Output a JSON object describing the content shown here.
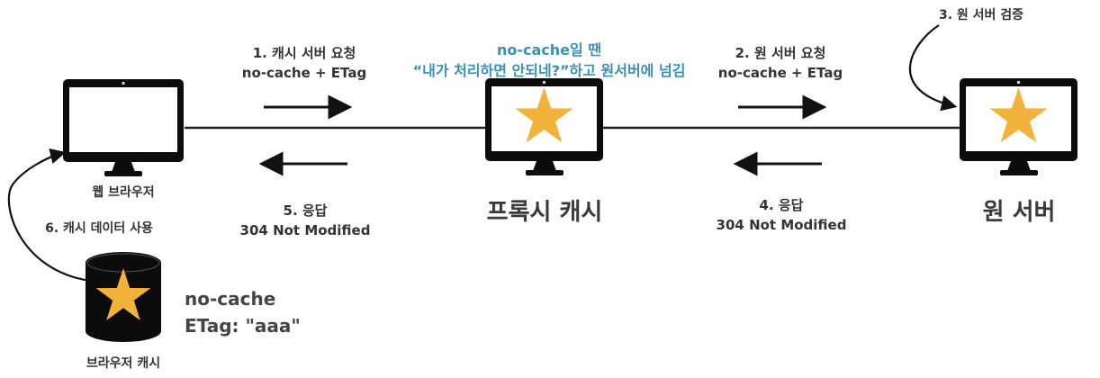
{
  "nodes": {
    "web_browser": "웹 브라우저",
    "proxy_cache": "프록시 캐시",
    "origin_server": "원 서버",
    "browser_cache": "브라우저 캐시"
  },
  "steps": {
    "step1_title": "1. 캐시 서버 요청",
    "step1_detail": "no-cache + ETag",
    "step2_title": "2. 원 서버 요청",
    "step2_detail": "no-cache + ETag",
    "step3": "3. 원 서버 검증",
    "step4_title": "4. 응답",
    "step4_detail": "304 Not Modified",
    "step5_title": "5. 응답",
    "step5_detail": "304 Not Modified",
    "step6": "6. 캐시 데이터 사용"
  },
  "proxy_note": {
    "line1_latin": "no-cache",
    "line1_korean": "일 땐",
    "line2": "“내가 처리하면 안되네?”하고 원서버에 넘김"
  },
  "cache_info": {
    "line1": "no-cache",
    "line2": "ETag: \"aaa\""
  },
  "colors": {
    "star": "#f2b33d",
    "note_blue": "#3d8fb5"
  }
}
